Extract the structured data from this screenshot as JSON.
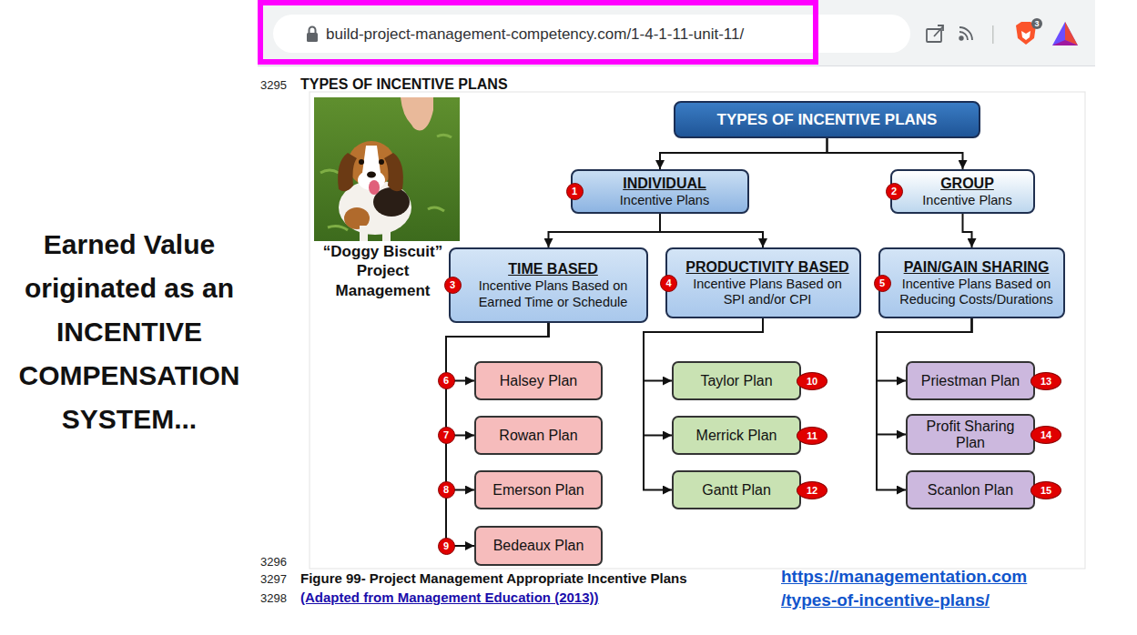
{
  "diagram": {
    "title": "TYPES OF INCENTIVE PLANS",
    "caption": "Figure 99- Project Management Appropriate Incentive Plans",
    "nodes": [
      {
        "text": [
          "TYPES OF INCENTIVE PLANS"
        ]
      },
      {
        "text": [
          "INDIVIDUAL",
          "Incentive Plans"
        ]
      },
      {
        "text": [
          "GROUP",
          "Incentive Plans"
        ]
      },
      {
        "text": [
          "TIME BASED",
          "Incentive Plans Based on Earned Time or Schedule"
        ]
      },
      {
        "text": [
          "PRODUCTIVITY BASED",
          "Incentive Plans Based on SPI and/or CPI"
        ]
      },
      {
        "text": [
          "PAIN/GAIN SHARING",
          "Incentive Plans Based on Reducing Costs/Durations"
        ]
      },
      {
        "text": [
          "Halsey Plan"
        ]
      },
      {
        "text": [
          "Rowan Plan"
        ]
      },
      {
        "text": [
          "Emerson Plan"
        ]
      },
      {
        "text": [
          "Bedeaux Plan"
        ]
      },
      {
        "text": [
          "Taylor Plan"
        ]
      },
      {
        "text": [
          "Merrick Plan"
        ]
      },
      {
        "text": [
          "Gantt Plan"
        ]
      },
      {
        "text": [
          "Priestman Plan"
        ]
      },
      {
        "text": [
          "Profit Sharing Plan"
        ]
      },
      {
        "text": [
          "Scanlon Plan"
        ]
      }
    ],
    "edges": [
      {
        "from": 0,
        "to": 1,
        "arrow": "to"
      },
      {
        "from": 0,
        "to": 2,
        "arrow": "to"
      },
      {
        "from": 1,
        "to": 3,
        "arrow": "to"
      },
      {
        "from": 1,
        "to": 4,
        "arrow": "to"
      },
      {
        "from": 2,
        "to": 5,
        "arrow": "to"
      },
      {
        "from": 3,
        "to": 6,
        "arrow": "to"
      },
      {
        "from": 3,
        "to": 7,
        "arrow": "to"
      },
      {
        "from": 3,
        "to": 8,
        "arrow": "to"
      },
      {
        "from": 3,
        "to": 9,
        "arrow": "to"
      },
      {
        "from": 4,
        "to": 10,
        "arrow": "to"
      },
      {
        "from": 4,
        "to": 11,
        "arrow": "to"
      },
      {
        "from": 4,
        "to": 12,
        "arrow": "to"
      },
      {
        "from": 5,
        "to": 13,
        "arrow": "to"
      },
      {
        "from": 5,
        "to": 14,
        "arrow": "to"
      },
      {
        "from": 5,
        "to": 15,
        "arrow": "to"
      }
    ],
    "labels": [
      "build-project-management-competency.com/1-4-1-11-unit-11/",
      "3",
      "3295",
      "“Doggy Biscuit” Project Management",
      "Earned Value originated as an INCENTIVE COMPENSATION SYSTEM...",
      "1",
      "2",
      "3",
      "4",
      "5",
      "6",
      "7",
      "8",
      "9",
      "10",
      "11",
      "12",
      "13",
      "14",
      "15",
      "3296",
      "3297",
      "3298",
      "(Adapted from Management Education (2013))",
      "https://managementation.com",
      "/types-of-incentive-plans/"
    ]
  }
}
